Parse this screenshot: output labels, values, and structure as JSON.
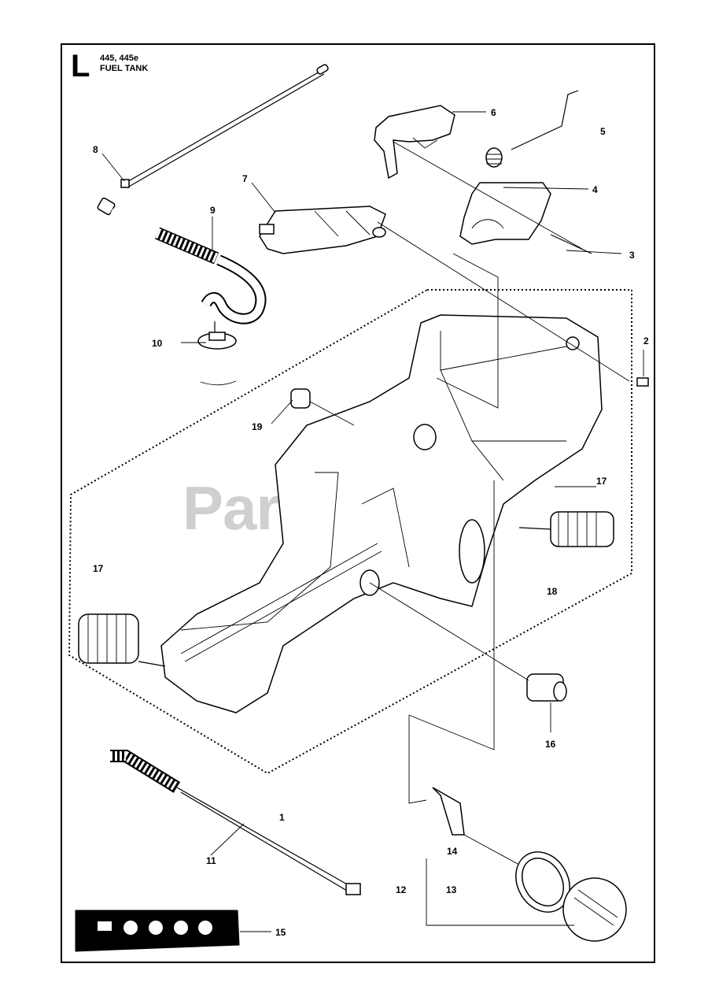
{
  "section": {
    "letter": "L",
    "model": "445, 445e",
    "title": "FUEL TANK"
  },
  "watermark": "PartsTree",
  "callouts": [
    {
      "id": "c1",
      "label": "1"
    },
    {
      "id": "c2",
      "label": "2"
    },
    {
      "id": "c3",
      "label": "3"
    },
    {
      "id": "c4",
      "label": "4"
    },
    {
      "id": "c5",
      "label": "5"
    },
    {
      "id": "c6",
      "label": "6"
    },
    {
      "id": "c7",
      "label": "7"
    },
    {
      "id": "c8",
      "label": "8"
    },
    {
      "id": "c9",
      "label": "9"
    },
    {
      "id": "c10",
      "label": "10"
    },
    {
      "id": "c11",
      "label": "11"
    },
    {
      "id": "c12",
      "label": "12"
    },
    {
      "id": "c13",
      "label": "13"
    },
    {
      "id": "c14",
      "label": "14"
    },
    {
      "id": "c15",
      "label": "15"
    },
    {
      "id": "c16",
      "label": "16"
    },
    {
      "id": "c17a",
      "label": "17"
    },
    {
      "id": "c17b",
      "label": "17"
    },
    {
      "id": "c18",
      "label": "18"
    },
    {
      "id": "c19",
      "label": "19"
    }
  ]
}
